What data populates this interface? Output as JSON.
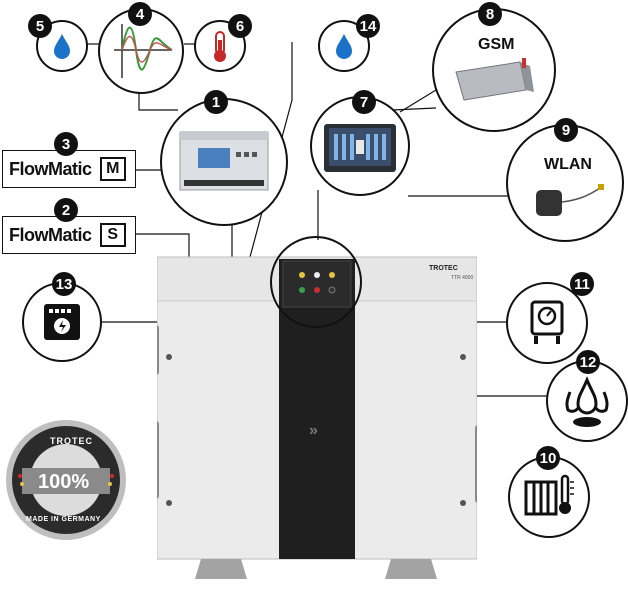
{
  "callouts": [
    {
      "id": "1",
      "label": "1"
    },
    {
      "id": "2",
      "label": "2"
    },
    {
      "id": "3",
      "label": "3"
    },
    {
      "id": "4",
      "label": "4"
    },
    {
      "id": "5",
      "label": "5"
    },
    {
      "id": "6",
      "label": "6"
    },
    {
      "id": "7",
      "label": "7"
    },
    {
      "id": "8",
      "label": "8"
    },
    {
      "id": "9",
      "label": "9"
    },
    {
      "id": "10",
      "label": "10"
    },
    {
      "id": "11",
      "label": "11"
    },
    {
      "id": "12",
      "label": "12"
    },
    {
      "id": "13",
      "label": "13"
    },
    {
      "id": "14",
      "label": "14"
    }
  ],
  "flowmatic_m": {
    "name": "FlowMatic",
    "letter": "M"
  },
  "flowmatic_s": {
    "name": "FlowMatic",
    "letter": "S"
  },
  "gsm_label": "GSM",
  "wlan_label": "WLAN",
  "device_brand": "TROTEC",
  "device_model": "TTR 4000",
  "seal": {
    "brand": "TROTEC",
    "percent": "100%",
    "text": "MADE IN GERMANY"
  },
  "icons": {
    "droplet_5": "water-droplet-icon",
    "graph_4": "signal-graph-icon",
    "thermo_6": "thermometer-icon",
    "droplet_14": "water-droplet-icon",
    "meter_13": "electric-meter-icon",
    "pressure_11": "pressure-gauge-icon",
    "flame_12": "gas-flame-icon",
    "heater_10": "radiator-thermometer-icon"
  },
  "colors": {
    "accent_blue": "#1a73c9",
    "thermo_red": "#c62828",
    "graph_green": "#3a9a3a",
    "graph_red": "#c94b4b"
  }
}
